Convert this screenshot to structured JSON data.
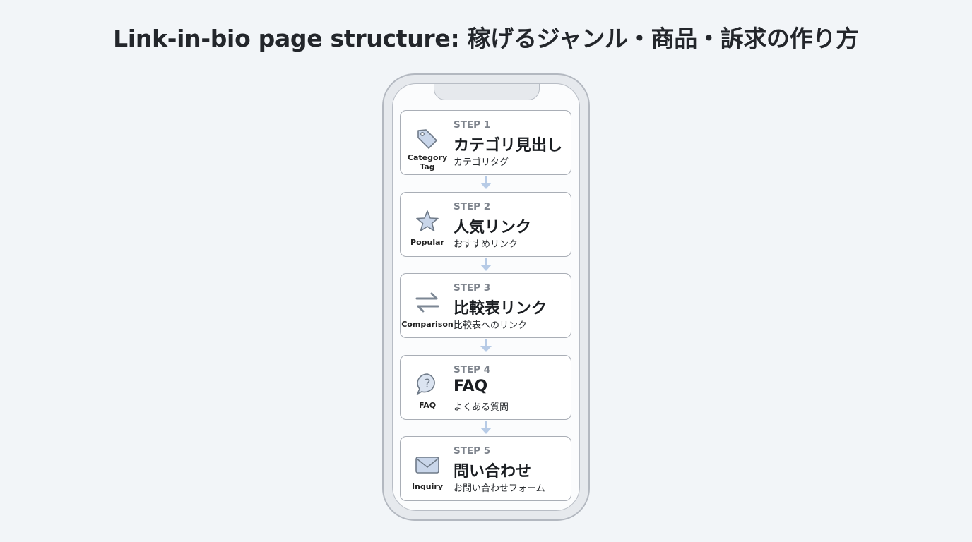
{
  "title": "Link-in-bio page structure: 稼げるジャンル・商品・訴求の作り方",
  "colors": {
    "icon_fill": "#c9d6ea",
    "icon_stroke": "#6f7a88",
    "arrow": "#b7cbe6"
  },
  "steps": [
    {
      "step": "STEP 1",
      "heading": "カテゴリ見出し",
      "sub": "カテゴリタグ",
      "icon": "tag-icon",
      "icon_label": "Category Tag"
    },
    {
      "step": "STEP 2",
      "heading": "人気リンク",
      "sub": "おすすめリンク",
      "icon": "star-icon",
      "icon_label": "Popular"
    },
    {
      "step": "STEP 3",
      "heading": "比較表リンク",
      "sub": "比較表へのリンク",
      "icon": "swap-arrows-icon",
      "icon_label": "Comparison"
    },
    {
      "step": "STEP 4",
      "heading": "FAQ",
      "sub": "よくある質問",
      "icon": "question-bubble-icon",
      "icon_label": "FAQ"
    },
    {
      "step": "STEP 5",
      "heading": "問い合わせ",
      "sub": "お問い合わせフォーム",
      "icon": "envelope-icon",
      "icon_label": "Inquiry"
    }
  ]
}
